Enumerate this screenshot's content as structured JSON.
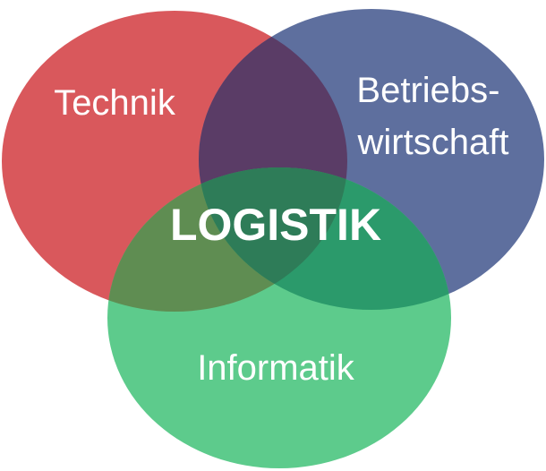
{
  "diagram": {
    "sets": [
      {
        "id": "technik",
        "label_lines": [
          "Technik"
        ],
        "color": "#D9585C"
      },
      {
        "id": "bwl",
        "label_lines": [
          "Betriebs-",
          "wirtschaft"
        ],
        "color": "#5E6F9E"
      },
      {
        "id": "informatik",
        "label_lines": [
          "Informatik"
        ],
        "color": "#5DCB8C"
      }
    ],
    "overlap_colors": {
      "technik_bwl": "#5A3C66",
      "technik_informatik": "#5F8D52",
      "bwl_informatik": "#2B9A6B",
      "all": "#2E7C58"
    },
    "center_label": "LOGISTIK"
  }
}
